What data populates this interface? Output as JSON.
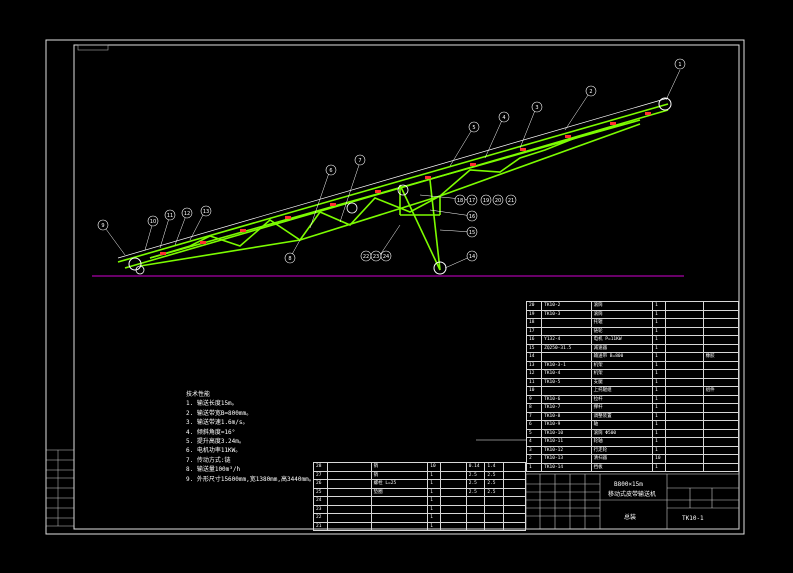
{
  "drawing": {
    "title_line1": "B800×15m",
    "title_line2": "移动式皮带输送机",
    "assembly_label": "总装",
    "drawing_number": "TK10-1"
  },
  "notes": {
    "heading": "技术性能",
    "lines": [
      "1. 输送长度15m。",
      "2. 输送带宽B=800mm。",
      "3. 输送带速1.6m/s。",
      "4. 倾斜角度=16°",
      "5. 提升高度3.24m。",
      "6. 电机功率11KW。",
      "7. 传动方式:链",
      "8. 输送量100m³/h",
      "9. 外形尺寸15600mm,宽1380mm,高3440mm。"
    ]
  },
  "balloons": [
    "1",
    "2",
    "3",
    "4",
    "5",
    "6",
    "7",
    "8",
    "9",
    "10",
    "11",
    "12",
    "13",
    "14",
    "15",
    "16",
    "17",
    "18",
    "19",
    "20",
    "21",
    "22",
    "23",
    "24"
  ],
  "bom_right": [
    {
      "no": "20",
      "code": "TK10-2",
      "name": "滚筒",
      "qty": "1",
      "mat": "",
      "note": ""
    },
    {
      "no": "19",
      "code": "TK10-3",
      "name": "滚筒",
      "qty": "1",
      "mat": "",
      "note": ""
    },
    {
      "no": "18",
      "code": "",
      "name": "托辊",
      "qty": "1",
      "mat": "",
      "note": ""
    },
    {
      "no": "17",
      "code": "",
      "name": "链轮",
      "qty": "1",
      "mat": "",
      "note": ""
    },
    {
      "no": "16",
      "code": "Y132-4",
      "name": "电机 P=11KW",
      "qty": "1",
      "mat": "",
      "note": ""
    },
    {
      "no": "15",
      "code": "ZQ250-31.5",
      "name": "减速器",
      "qty": "1",
      "mat": "",
      "note": ""
    },
    {
      "no": "14",
      "code": "",
      "name": "输送带 B=800",
      "qty": "1",
      "mat": "",
      "note": "橡胶"
    },
    {
      "no": "13",
      "code": "TK10-3-1",
      "name": "机架",
      "qty": "1",
      "mat": "",
      "note": ""
    },
    {
      "no": "12",
      "code": "TK10-4",
      "name": "机架",
      "qty": "1",
      "mat": "",
      "note": ""
    },
    {
      "no": "11",
      "code": "TK10-5",
      "name": "支腿",
      "qty": "1",
      "mat": "",
      "note": ""
    },
    {
      "no": "10",
      "code": "",
      "name": "上托辊组",
      "qty": "1",
      "mat": "",
      "note": "组件"
    },
    {
      "no": "9",
      "code": "TK10-6",
      "name": "拉杆",
      "qty": "1",
      "mat": "",
      "note": ""
    },
    {
      "no": "8",
      "code": "TK10-7",
      "name": "撑杆",
      "qty": "1",
      "mat": "",
      "note": ""
    },
    {
      "no": "7",
      "code": "TK10-8",
      "name": "调整装置",
      "qty": "1",
      "mat": "",
      "note": ""
    },
    {
      "no": "6",
      "code": "TK10-9",
      "name": "轴",
      "qty": "1",
      "mat": "",
      "note": ""
    },
    {
      "no": "5",
      "code": "TK10-10",
      "name": "滚筒 Φ500",
      "qty": "1",
      "mat": "",
      "note": ""
    },
    {
      "no": "4",
      "code": "TK10-11",
      "name": "轮轴",
      "qty": "1",
      "mat": "",
      "note": ""
    },
    {
      "no": "3",
      "code": "TK10-12",
      "name": "行走轮",
      "qty": "1",
      "mat": "",
      "note": ""
    },
    {
      "no": "2",
      "code": "TK10-13",
      "name": "清扫器",
      "qty": "10",
      "mat": "",
      "note": ""
    },
    {
      "no": "1",
      "code": "TK10-14",
      "name": "挡板",
      "qty": "1",
      "mat": "",
      "note": ""
    }
  ],
  "bom_left": [
    {
      "no": "28",
      "code": "",
      "name": "销",
      "qty": "10",
      "mat": "",
      "w1": "0.14",
      "w2": "1.4",
      "note": ""
    },
    {
      "no": "27",
      "code": "",
      "name": "销",
      "qty": "1",
      "mat": "",
      "w1": "2.5",
      "w2": "2.5",
      "note": ""
    },
    {
      "no": "26",
      "code": "",
      "name": "螺栓 L=25",
      "qty": "1",
      "mat": "",
      "w1": "2.5",
      "w2": "2.5",
      "note": ""
    },
    {
      "no": "25",
      "code": "",
      "name": "垫圈",
      "qty": "1",
      "mat": "",
      "w1": "2.5",
      "w2": "2.5",
      "note": ""
    },
    {
      "no": "24",
      "code": "",
      "name": "",
      "qty": "1",
      "mat": "",
      "w1": "",
      "w2": "",
      "note": ""
    },
    {
      "no": "23",
      "code": "",
      "name": "",
      "qty": "1",
      "mat": "",
      "w1": "",
      "w2": "",
      "note": ""
    },
    {
      "no": "22",
      "code": "",
      "name": "",
      "qty": "1",
      "mat": "",
      "w1": "",
      "w2": "",
      "note": ""
    },
    {
      "no": "21",
      "code": "",
      "name": "",
      "qty": "1",
      "mat": "",
      "w1": "",
      "w2": "",
      "note": ""
    }
  ]
}
